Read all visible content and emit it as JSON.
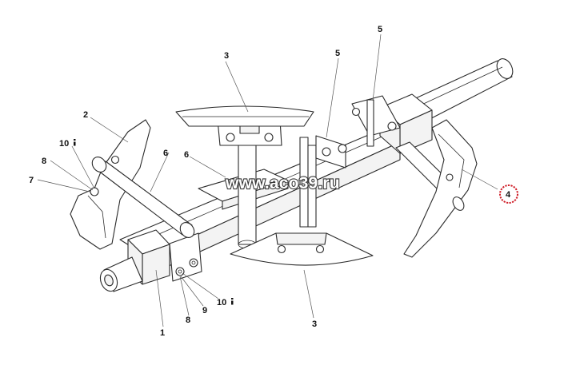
{
  "watermark": "www.aco39.ru",
  "highlight_color": "#d0202a",
  "callouts": [
    {
      "id": "c1",
      "text": "1"
    },
    {
      "id": "c2",
      "text": "2"
    },
    {
      "id": "c3a",
      "text": "3"
    },
    {
      "id": "c3b",
      "text": "3"
    },
    {
      "id": "c4",
      "text": "4"
    },
    {
      "id": "c5a",
      "text": "5"
    },
    {
      "id": "c5b",
      "text": "5"
    },
    {
      "id": "c6a",
      "text": "6"
    },
    {
      "id": "c6b",
      "text": "6"
    },
    {
      "id": "c7",
      "text": "7"
    },
    {
      "id": "c8a",
      "text": "8"
    },
    {
      "id": "c8b",
      "text": "8"
    },
    {
      "id": "c9",
      "text": "9"
    },
    {
      "id": "c10a",
      "text": "10"
    },
    {
      "id": "c10b",
      "text": "10"
    }
  ]
}
